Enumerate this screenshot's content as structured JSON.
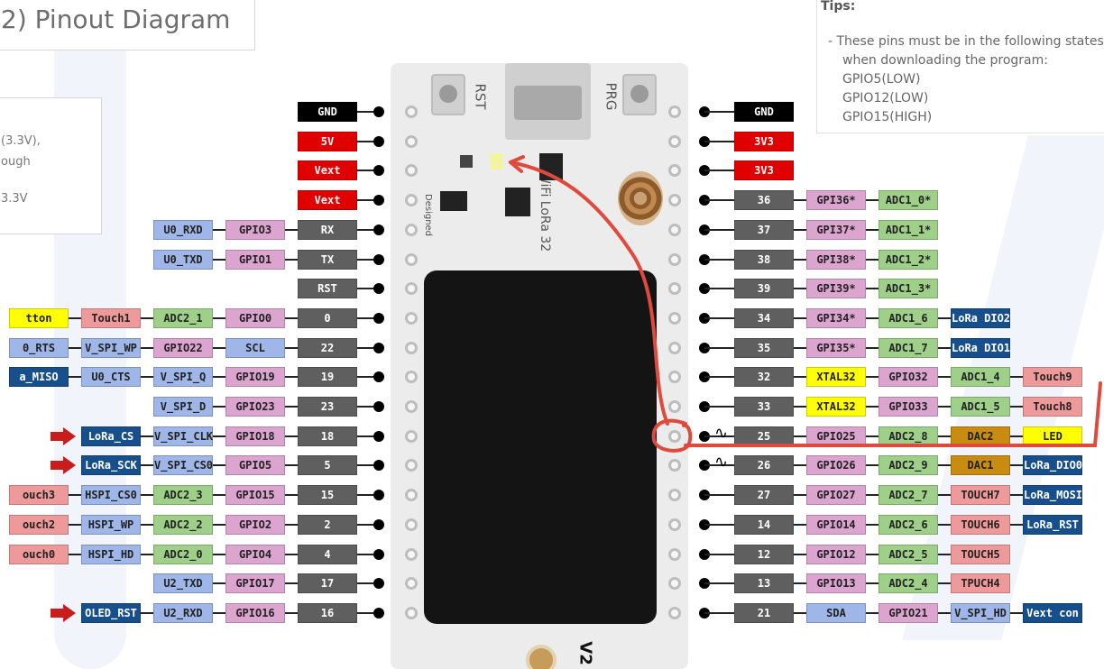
{
  "title": "2) Pinout Diagram",
  "side_note": {
    "lines": [
      "(3.3V),",
      "ough",
      "3.3V"
    ]
  },
  "tips": {
    "title": "Tips:",
    "lines": [
      "-  These pins must be in the following states",
      "when downloading the program:",
      "GPIO5(LOW)",
      "GPIO12(LOW)",
      "GPIO15(HIGH)"
    ]
  },
  "board": {
    "rst_label": "RST",
    "prg_label": "PRG",
    "board_name": "WiFi LoRa 32",
    "designer_text": "Designed",
    "version": "V2"
  },
  "colors": {
    "black": "#000000",
    "red": "#e00000",
    "gray": "#5f5f5f",
    "pink": "#dca5cf",
    "green": "#9fd089",
    "light_blue": "#9fb6e8",
    "dark_blue": "#174f8d",
    "salmon": "#ee9a9a",
    "yellow": "#ffff00",
    "gold": "#c98b10",
    "annotation": "#e04a3c"
  },
  "left_pins": [
    {
      "arrow": false,
      "labels": [
        {
          "text": "GND",
          "color": "black"
        }
      ]
    },
    {
      "arrow": false,
      "labels": [
        {
          "text": "5V",
          "color": "red"
        }
      ]
    },
    {
      "arrow": false,
      "labels": [
        {
          "text": "Vext",
          "color": "red"
        }
      ]
    },
    {
      "arrow": false,
      "labels": [
        {
          "text": "Vext",
          "color": "red"
        }
      ]
    },
    {
      "arrow": false,
      "labels": [
        {
          "text": "U0_RXD",
          "color": "light_blue"
        },
        {
          "text": "GPIO3",
          "color": "pink"
        },
        {
          "text": "RX",
          "color": "gray"
        }
      ]
    },
    {
      "arrow": false,
      "labels": [
        {
          "text": "U0_TXD",
          "color": "light_blue"
        },
        {
          "text": "GPIO1",
          "color": "pink"
        },
        {
          "text": "TX",
          "color": "gray"
        }
      ]
    },
    {
      "arrow": false,
      "labels": [
        {
          "text": "RST",
          "color": "gray"
        }
      ]
    },
    {
      "arrow": false,
      "labels": [
        {
          "text": "tton",
          "color": "yellow"
        },
        {
          "text": "Touch1",
          "color": "salmon"
        },
        {
          "text": "ADC2_1",
          "color": "green"
        },
        {
          "text": "GPIO0",
          "color": "pink"
        },
        {
          "text": "0",
          "color": "gray"
        }
      ]
    },
    {
      "arrow": false,
      "labels": [
        {
          "text": "0_RTS",
          "color": "light_blue"
        },
        {
          "text": "V_SPI_WP",
          "color": "light_blue"
        },
        {
          "text": "GPIO22",
          "color": "pink"
        },
        {
          "text": "SCL",
          "color": "light_blue"
        },
        {
          "text": "22",
          "color": "gray"
        }
      ]
    },
    {
      "arrow": false,
      "labels": [
        {
          "text": "a_MISO",
          "color": "dark_blue"
        },
        {
          "text": "U0_CTS",
          "color": "light_blue"
        },
        {
          "text": "V_SPI_Q",
          "color": "light_blue"
        },
        {
          "text": "GPIO19",
          "color": "pink"
        },
        {
          "text": "19",
          "color": "gray"
        }
      ]
    },
    {
      "arrow": false,
      "labels": [
        {
          "text": "V_SPI_D",
          "color": "light_blue"
        },
        {
          "text": "GPIO23",
          "color": "pink"
        },
        {
          "text": "23",
          "color": "gray"
        }
      ]
    },
    {
      "arrow": true,
      "labels": [
        {
          "text": "LoRa_CS",
          "color": "dark_blue"
        },
        {
          "text": "V_SPI_CLK",
          "color": "light_blue"
        },
        {
          "text": "GPIO18",
          "color": "pink"
        },
        {
          "text": "18",
          "color": "gray"
        }
      ]
    },
    {
      "arrow": true,
      "labels": [
        {
          "text": "LoRa_SCK",
          "color": "dark_blue"
        },
        {
          "text": "V_SPI_CS0",
          "color": "light_blue"
        },
        {
          "text": "GPIO5",
          "color": "pink"
        },
        {
          "text": "5",
          "color": "gray"
        }
      ]
    },
    {
      "arrow": false,
      "labels": [
        {
          "text": "ouch3",
          "color": "salmon"
        },
        {
          "text": "HSPI_CS0",
          "color": "light_blue"
        },
        {
          "text": "ADC2_3",
          "color": "green"
        },
        {
          "text": "GPIO15",
          "color": "pink"
        },
        {
          "text": "15",
          "color": "gray"
        }
      ]
    },
    {
      "arrow": false,
      "labels": [
        {
          "text": "ouch2",
          "color": "salmon"
        },
        {
          "text": "HSPI_WP",
          "color": "light_blue"
        },
        {
          "text": "ADC2_2",
          "color": "green"
        },
        {
          "text": "GPIO2",
          "color": "pink"
        },
        {
          "text": "2",
          "color": "gray"
        }
      ]
    },
    {
      "arrow": false,
      "labels": [
        {
          "text": "ouch0",
          "color": "salmon"
        },
        {
          "text": "HSPI_HD",
          "color": "light_blue"
        },
        {
          "text": "ADC2_0",
          "color": "green"
        },
        {
          "text": "GPIO4",
          "color": "pink"
        },
        {
          "text": "4",
          "color": "gray"
        }
      ]
    },
    {
      "arrow": false,
      "labels": [
        {
          "text": "U2_TXD",
          "color": "light_blue"
        },
        {
          "text": "GPIO17",
          "color": "pink"
        },
        {
          "text": "17",
          "color": "gray"
        }
      ]
    },
    {
      "arrow": true,
      "labels": [
        {
          "text": "OLED_RST",
          "color": "dark_blue"
        },
        {
          "text": "U2_RXD",
          "color": "light_blue"
        },
        {
          "text": "GPIO16",
          "color": "pink"
        },
        {
          "text": "16",
          "color": "gray"
        }
      ]
    }
  ],
  "right_pins": [
    {
      "pwm": false,
      "labels": [
        {
          "text": "GND",
          "color": "black"
        }
      ]
    },
    {
      "pwm": false,
      "labels": [
        {
          "text": "3V3",
          "color": "red"
        }
      ]
    },
    {
      "pwm": false,
      "labels": [
        {
          "text": "3V3",
          "color": "red"
        }
      ]
    },
    {
      "pwm": false,
      "labels": [
        {
          "text": "36",
          "color": "gray"
        },
        {
          "text": "GPI36*",
          "color": "pink"
        },
        {
          "text": "ADC1_0*",
          "color": "green"
        }
      ]
    },
    {
      "pwm": false,
      "labels": [
        {
          "text": "37",
          "color": "gray"
        },
        {
          "text": "GPI37*",
          "color": "pink"
        },
        {
          "text": "ADC1_1*",
          "color": "green"
        }
      ]
    },
    {
      "pwm": false,
      "labels": [
        {
          "text": "38",
          "color": "gray"
        },
        {
          "text": "GPI38*",
          "color": "pink"
        },
        {
          "text": "ADC1_2*",
          "color": "green"
        }
      ]
    },
    {
      "pwm": false,
      "labels": [
        {
          "text": "39",
          "color": "gray"
        },
        {
          "text": "GPI39*",
          "color": "pink"
        },
        {
          "text": "ADC1_3*",
          "color": "green"
        }
      ]
    },
    {
      "pwm": false,
      "labels": [
        {
          "text": "34",
          "color": "gray"
        },
        {
          "text": "GPI34*",
          "color": "pink"
        },
        {
          "text": "ADC1_6",
          "color": "green"
        },
        {
          "text": "LoRa DIO2",
          "color": "dark_blue"
        }
      ]
    },
    {
      "pwm": false,
      "labels": [
        {
          "text": "35",
          "color": "gray"
        },
        {
          "text": "GPI35*",
          "color": "pink"
        },
        {
          "text": "ADC1_7",
          "color": "green"
        },
        {
          "text": "LoRa DIO1",
          "color": "dark_blue"
        }
      ]
    },
    {
      "pwm": false,
      "labels": [
        {
          "text": "32",
          "color": "gray"
        },
        {
          "text": "XTAL32",
          "color": "yellow"
        },
        {
          "text": "GPIO32",
          "color": "pink"
        },
        {
          "text": "ADC1_4",
          "color": "green"
        },
        {
          "text": "Touch9",
          "color": "salmon"
        }
      ]
    },
    {
      "pwm": false,
      "labels": [
        {
          "text": "33",
          "color": "gray"
        },
        {
          "text": "XTAL32",
          "color": "yellow"
        },
        {
          "text": "GPIO33",
          "color": "pink"
        },
        {
          "text": "ADC1_5",
          "color": "green"
        },
        {
          "text": "Touch8",
          "color": "salmon"
        }
      ]
    },
    {
      "pwm": true,
      "labels": [
        {
          "text": "25",
          "color": "gray"
        },
        {
          "text": "GPIO25",
          "color": "pink"
        },
        {
          "text": "ADC2_8",
          "color": "green"
        },
        {
          "text": "DAC2",
          "color": "gold"
        },
        {
          "text": "LED",
          "color": "yellow"
        }
      ]
    },
    {
      "pwm": true,
      "labels": [
        {
          "text": "26",
          "color": "gray"
        },
        {
          "text": "GPIO26",
          "color": "pink"
        },
        {
          "text": "ADC2_9",
          "color": "green"
        },
        {
          "text": "DAC1",
          "color": "gold"
        },
        {
          "text": "LoRa_DIO0",
          "color": "dark_blue"
        }
      ]
    },
    {
      "pwm": false,
      "labels": [
        {
          "text": "27",
          "color": "gray"
        },
        {
          "text": "GPIO27",
          "color": "pink"
        },
        {
          "text": "ADC2_7",
          "color": "green"
        },
        {
          "text": "TOUCH7",
          "color": "salmon"
        },
        {
          "text": "LoRa_MOSI",
          "color": "dark_blue"
        }
      ]
    },
    {
      "pwm": false,
      "labels": [
        {
          "text": "14",
          "color": "gray"
        },
        {
          "text": "GPIO14",
          "color": "pink"
        },
        {
          "text": "ADC2_6",
          "color": "green"
        },
        {
          "text": "TOUCH6",
          "color": "salmon"
        },
        {
          "text": "LoRa_RST",
          "color": "dark_blue"
        }
      ]
    },
    {
      "pwm": false,
      "labels": [
        {
          "text": "12",
          "color": "gray"
        },
        {
          "text": "GPIO12",
          "color": "pink"
        },
        {
          "text": "ADC2_5",
          "color": "green"
        },
        {
          "text": "TOUCH5",
          "color": "salmon"
        }
      ]
    },
    {
      "pwm": false,
      "labels": [
        {
          "text": "13",
          "color": "gray"
        },
        {
          "text": "GPIO13",
          "color": "pink"
        },
        {
          "text": "ADC2_4",
          "color": "green"
        },
        {
          "text": "TPUCH4",
          "color": "salmon"
        }
      ]
    },
    {
      "pwm": false,
      "labels": [
        {
          "text": "21",
          "color": "gray"
        },
        {
          "text": "SDA",
          "color": "light_blue"
        },
        {
          "text": "GPIO21",
          "color": "pink"
        },
        {
          "text": "V_SPI_HD",
          "color": "light_blue"
        },
        {
          "text": "Vext con",
          "color": "dark_blue"
        }
      ]
    }
  ]
}
